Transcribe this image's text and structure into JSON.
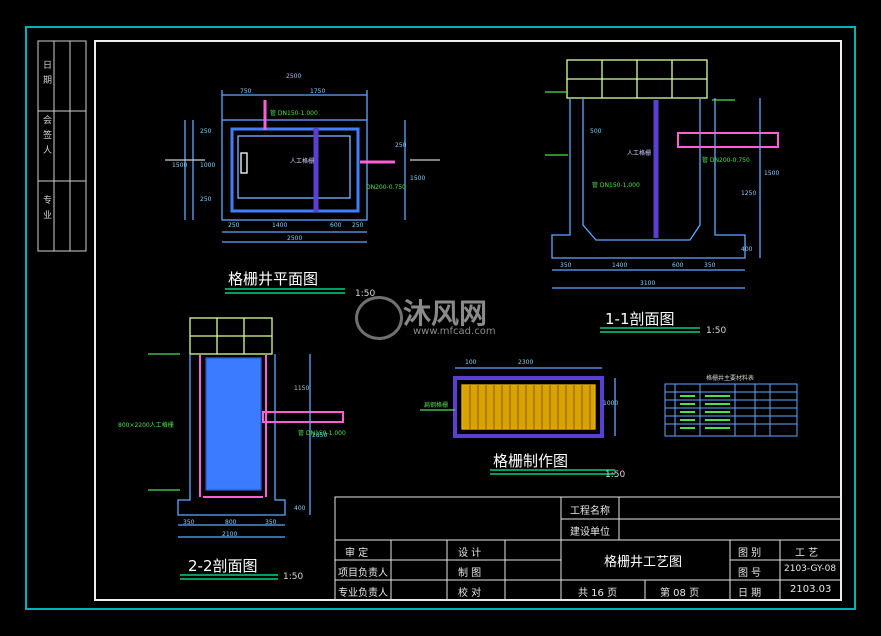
{
  "colors": {
    "outer_frame": "#00b3b3",
    "inner_frame": "#ffffff",
    "drawing_lines": "#5fa8ff",
    "pipe": "#ff5fd0",
    "grate": "#e6b400",
    "underline": "#00d084",
    "green_text": "#4de04d"
  },
  "watermark": {
    "brand": "沐风网",
    "url": "www.mfcad.com"
  },
  "side_strip": {
    "labels": [
      "专业",
      "会签人",
      "日期"
    ]
  },
  "views": {
    "plan": {
      "title": "格栅井平面图",
      "scale": "1:50",
      "dims_top": [
        "2500",
        "750",
        "1750"
      ],
      "dims_bottom": [
        "250",
        "1400",
        "600",
        "250",
        "2500"
      ],
      "dims_left": [
        "1500",
        "250",
        "1000",
        "250"
      ],
      "dims_right": [
        "1500",
        "250"
      ],
      "note_center": "人工格栅",
      "note_pipe1": "管 DN150-1.000",
      "note_pipe2": "DN200-0.750"
    },
    "section11": {
      "title": "1-1剖面图",
      "scale": "1:50",
      "dims_bottom": [
        "350",
        "1400",
        "600",
        "350",
        "3100"
      ],
      "dims_right": [
        "1500",
        "1250",
        "400"
      ],
      "note_center": "人工格栅",
      "note_pipe_in": "管 DN150-1.000",
      "note_pipe_out": "管 DN200-0.750",
      "dim_small": "500"
    },
    "section22": {
      "title": "2-2剖面图",
      "scale": "1:50",
      "dims_bottom": [
        "350",
        "800",
        "350",
        "2100"
      ],
      "dims_right": [
        "1150",
        "2850",
        "400"
      ],
      "note_left": "800×2200人工格栅",
      "note_pipe": "管 DN150-1.000"
    },
    "grate_detail": {
      "title": "格栅制作图",
      "scale": "1:50",
      "dims_top": [
        "100",
        "2300"
      ],
      "dims_right": [
        "1000"
      ],
      "note_left": "扁钢格栅"
    },
    "material_table": {
      "title": "格栅井主要材料表"
    }
  },
  "title_block": {
    "project_name_label": "工程名称",
    "build_unit_label": "建设单位",
    "approve_label": "审 定",
    "design_label": "设 计",
    "project_lead_label": "项目负责人",
    "drafting_label": "制 图",
    "discipline_lead_label": "专业负责人",
    "check_label": "校 对",
    "drawing_title": "格栅井工艺图",
    "total_pages": "共 16 页",
    "page_no": "第 08 页",
    "category_label": "图 别",
    "category_value": "工 艺",
    "number_label": "图 号",
    "number_value": "2103-GY-08",
    "date_label": "日 期",
    "date_value": "2103.03"
  }
}
